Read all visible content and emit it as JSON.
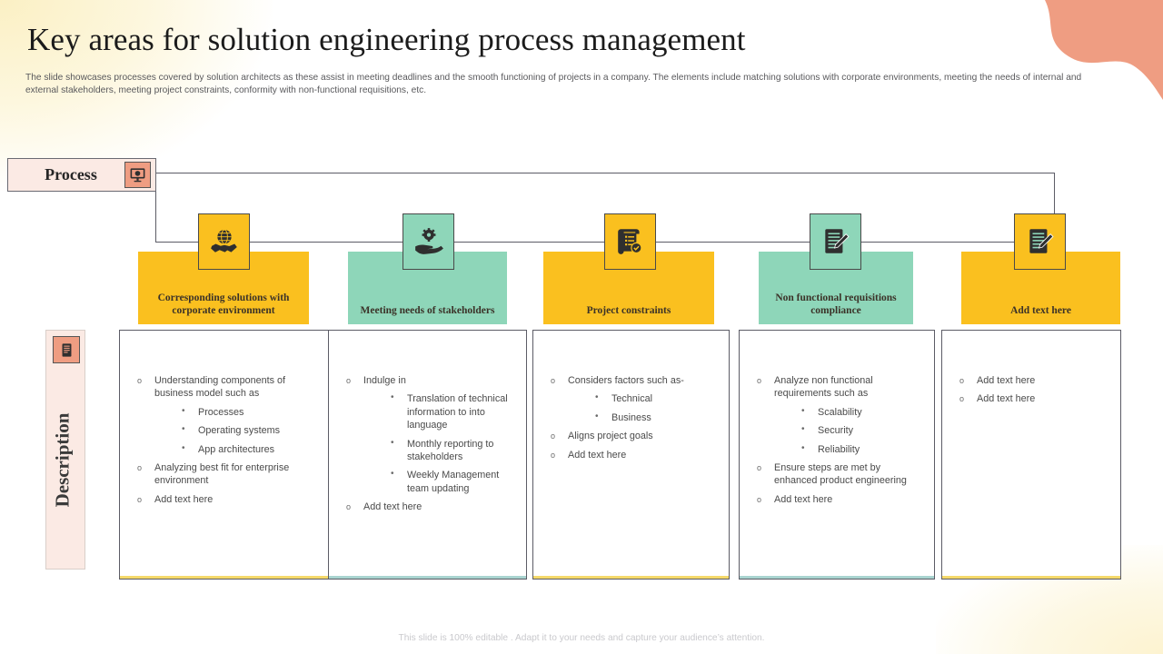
{
  "slide": {
    "title": "Key areas for solution engineering process management",
    "subtitle": "The slide showcases processes covered by solution architects as these assist in meeting deadlines and the smooth functioning of projects in a company. The elements include matching solutions with corporate environments, meeting the needs of internal and external stakeholders, meeting project constraints, conformity with non-functional requisitions, etc.",
    "footer": "This slide is 100% editable . Adapt it to your needs and capture your audience’s attention."
  },
  "process_row": {
    "label": "Process",
    "icon": "monitor-icon"
  },
  "description_row": {
    "label": "Description",
    "icon": "document-icon"
  },
  "colors": {
    "yellow": "#fac01f",
    "teal": "#8ed6b9",
    "salmon": "#ef9d82",
    "pink_panel": "#fbeae4",
    "accent_yellow": "#f5d96a",
    "accent_teal": "#a9d4d0",
    "line": "#5c5c66"
  },
  "columns": [
    {
      "header": "Corresponding solutions with corporate  environment",
      "color": "#fac01f",
      "accent": "#f5d96a",
      "icon": "globe-handshake-icon",
      "items": [
        {
          "text": "Understanding  components of business model such as",
          "sub": [
            "Processes",
            "Operating  systems",
            "App architectures"
          ]
        },
        {
          "text": "Analyzing best fit for enterprise  environment",
          "sub": []
        },
        {
          "text": "Add text here",
          "sub": []
        }
      ]
    },
    {
      "header": "Meeting needs of stakeholders",
      "color": "#8ed6b9",
      "accent": "#a9d4d0",
      "icon": "gear-in-hand-icon",
      "items": [
        {
          "text": "Indulge  in",
          "sub": [
            "Translation  of technical information  to into language",
            "Monthly reporting  to stakeholders",
            "Weekly Management team updating"
          ]
        },
        {
          "text": "Add text here",
          "sub": []
        }
      ]
    },
    {
      "header": "Project constraints",
      "color": "#fac01f",
      "accent": "#f5d96a",
      "icon": "scroll-checklist-icon",
      "items": [
        {
          "text": "Considers factors such as-",
          "sub": [
            "Technical",
            "Business"
          ]
        },
        {
          "text": "Aligns project goals",
          "sub": []
        },
        {
          "text": "Add text here",
          "sub": []
        }
      ]
    },
    {
      "header": "Non  functional requisitions compliance",
      "color": "#8ed6b9",
      "accent": "#a9d4d0",
      "icon": "document-pen-icon",
      "items": [
        {
          "text": "Analyze non functional requirements  such as",
          "sub": [
            "Scalability",
            "Security",
            "Reliability"
          ]
        },
        {
          "text": "Ensure steps are  met by enhanced  product engineering",
          "sub": []
        },
        {
          "text": " Add text here",
          "sub": []
        }
      ]
    },
    {
      "header": "Add text here",
      "color": "#fac01f",
      "accent": "#f5d96a",
      "icon": "notebook-pen-icon",
      "items": [
        {
          "text": "Add text here",
          "sub": []
        },
        {
          "text": "Add text here",
          "sub": []
        }
      ]
    }
  ]
}
